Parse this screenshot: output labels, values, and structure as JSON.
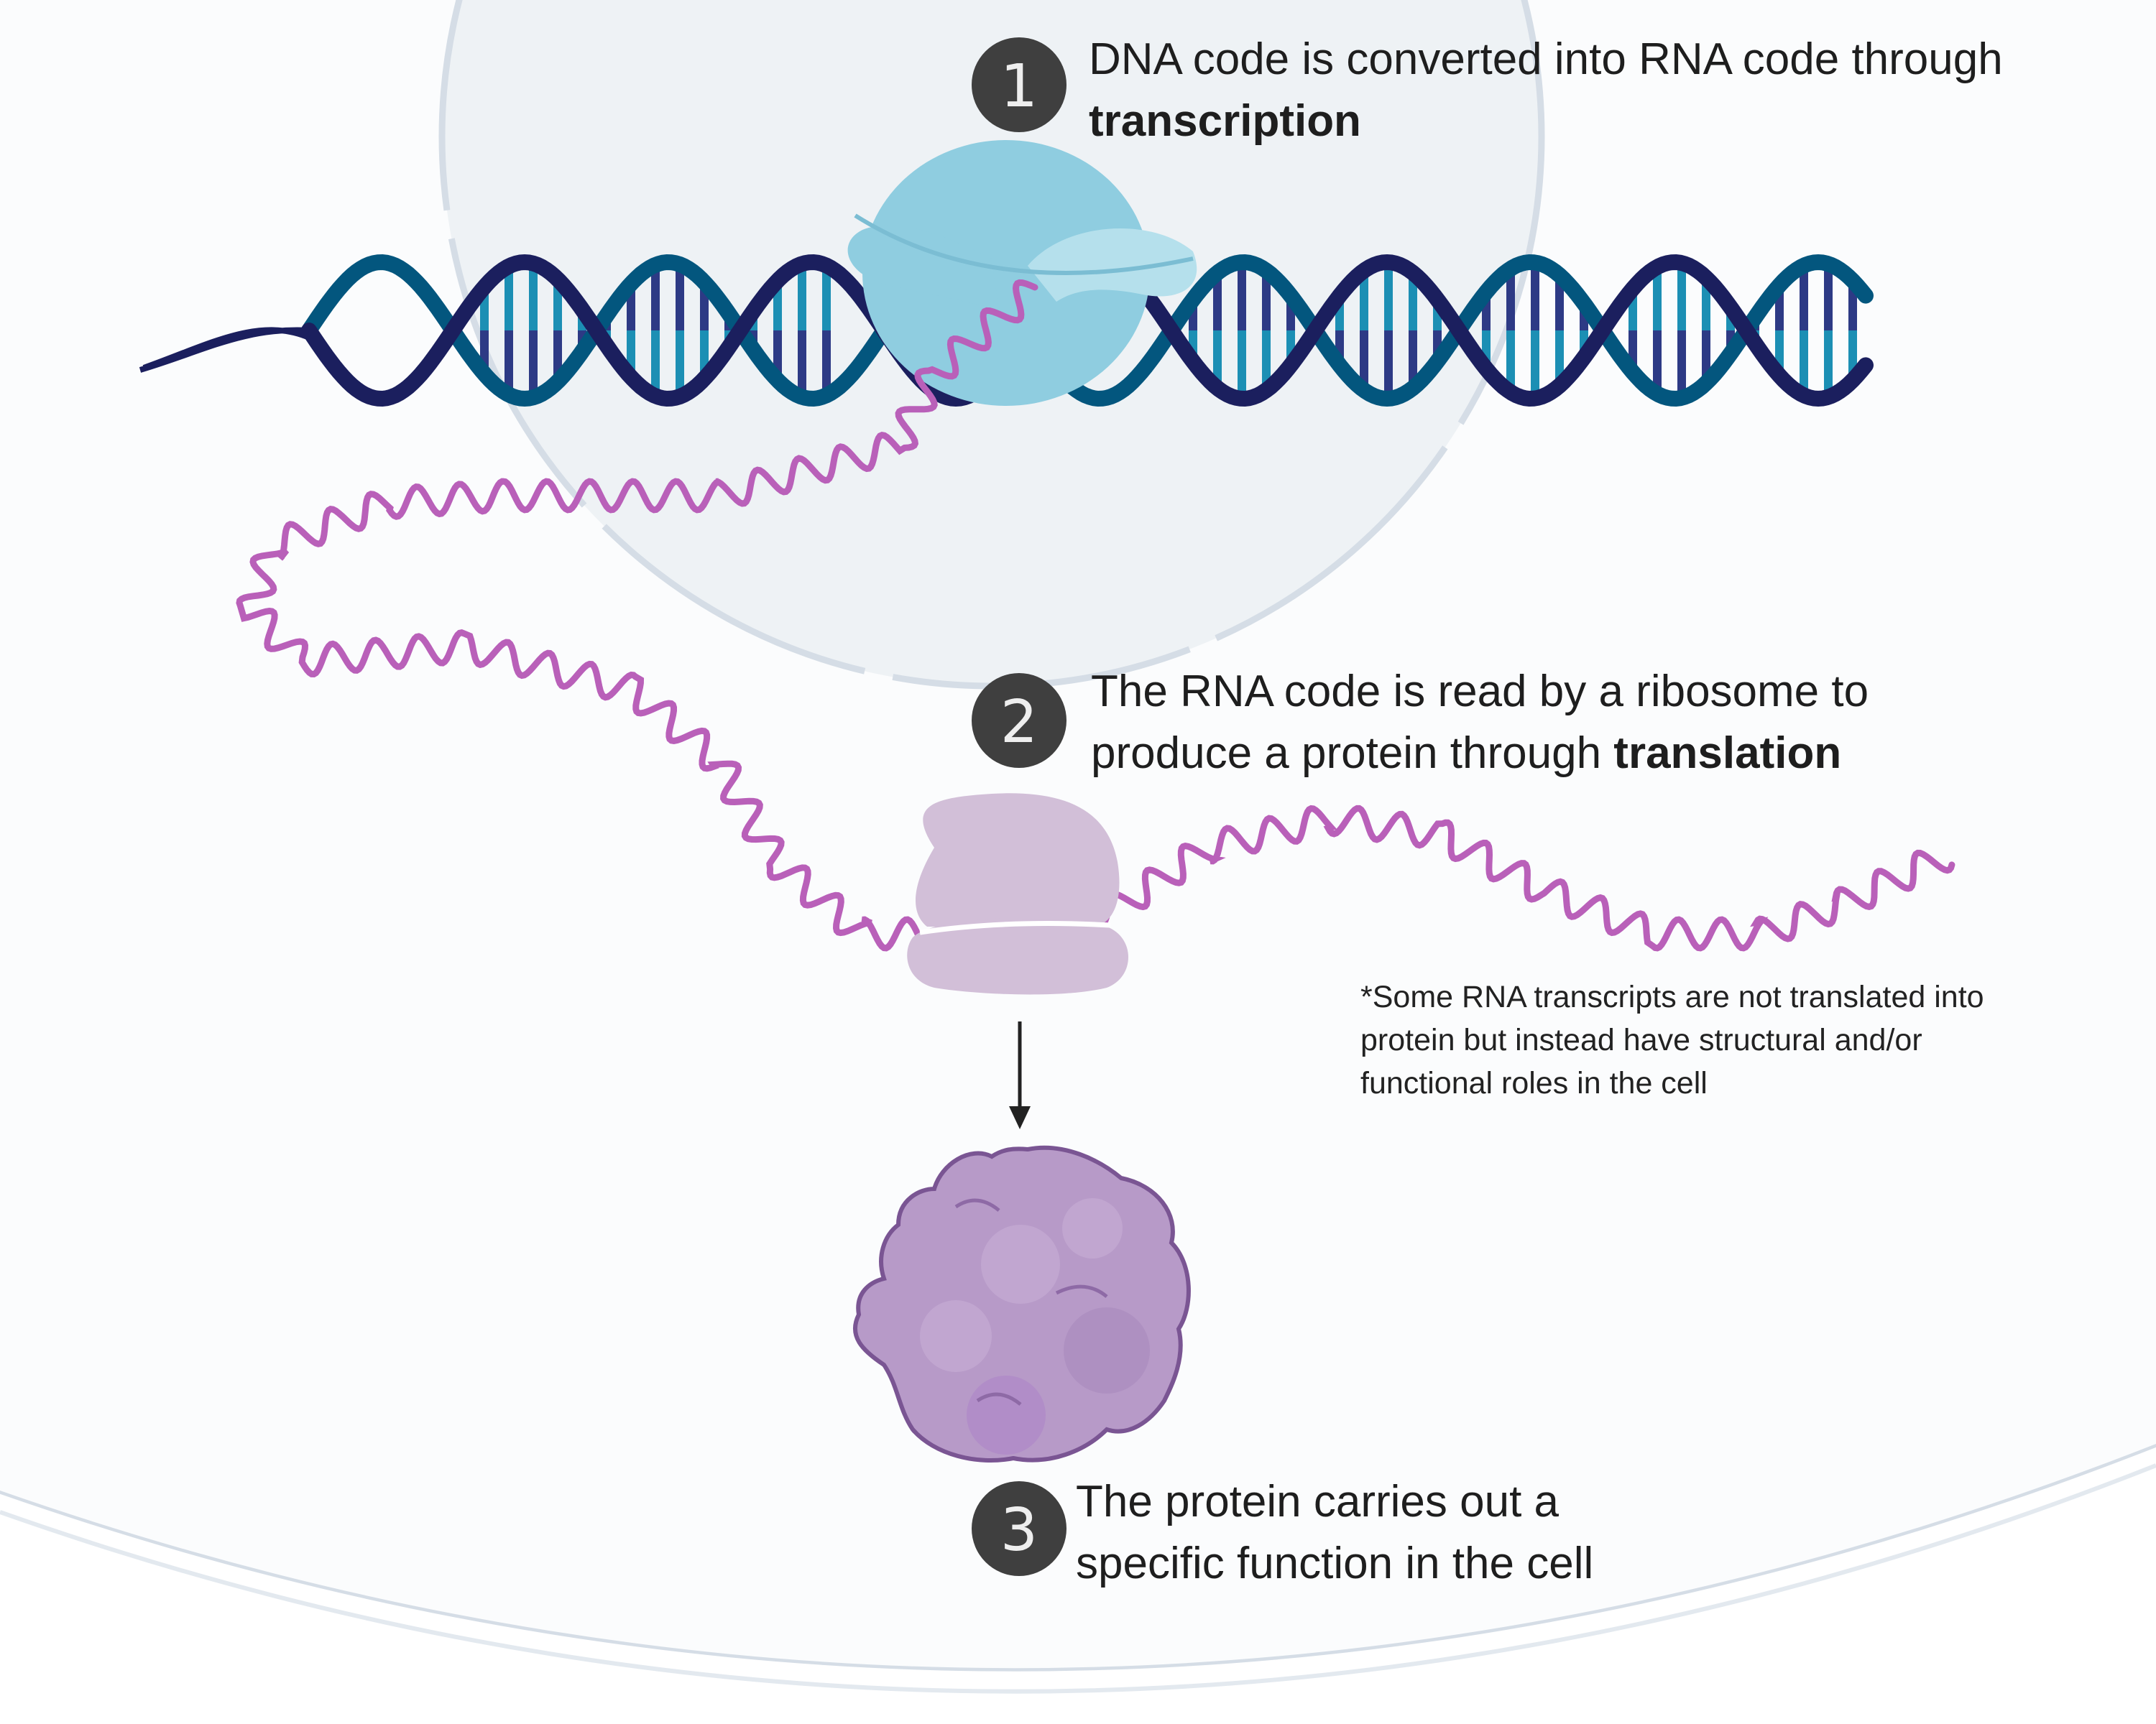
{
  "steps": [
    {
      "number": "1",
      "text": "DNA code is converted into RNA code through ",
      "emphasis": "transcription"
    },
    {
      "number": "2",
      "text": "The RNA code is read by a ribosome to produce a protein through ",
      "emphasis": "translation"
    },
    {
      "number": "3",
      "text": "The protein carries out a specific function in the cell",
      "emphasis": ""
    }
  ],
  "footnote": "*Some RNA transcripts are not translated into protein but instead have structural and/or functional roles in the cell",
  "colors": {
    "nucleus_fill": "#eef2f5",
    "membrane": "#d5dde6",
    "dna_strand_dark": "#1b1f5e",
    "dna_strand_teal": "#03567e",
    "dna_rung_light": "#1c8fb4",
    "dna_rung_dark": "#2d3a85",
    "rna_polymerase": "#8fcde0",
    "mrna": "#b960b9",
    "ribosome": "#d2bfd8",
    "protein": "#b79ac8",
    "badge": "#3f3f3f"
  }
}
